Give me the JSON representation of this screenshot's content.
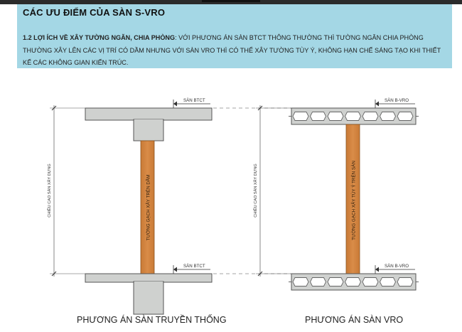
{
  "title": "CÁC ƯU ĐIỂM CỦA SÀN S-VRO",
  "paragraph": {
    "lead": "1.2 Lợi ích về xây tường ngăn, chia phòng",
    "body": ": Với phương án sàn BTCT thông thường thì tường ngăn chia phòng thường xây lên các vị trí có dầm nhưng với sàn VRO thì có thể xây tường tùy ý, không hạn chế sáng tạo khi thiết kế các không gian kiến trúc."
  },
  "diagram": {
    "left": {
      "level_top": "SÀN BTCT",
      "level_bottom": "SÀN BTCT",
      "height_label": "CHIỀU CAO SÀN XÂY DỰNG",
      "wall_label": "TƯỜNG GẠCH XÂY TRÊN DẦM",
      "caption": "PHƯƠNG ÁN SÀN TRUYỀN THỐNG"
    },
    "right": {
      "level_top": "SÀN B-VRO",
      "level_bottom": "SÀN B-VRO",
      "height_label": "CHIỀU CAO SÀN XÂY DỰNG",
      "wall_label": "TƯỜNG GẠCH XÂY TÙY Ý TRÊN SÀN",
      "caption": "PHƯƠNG ÁN SÀN VRO"
    }
  },
  "colors": {
    "header_bg": "#a4d7e5",
    "concrete": "#cfd1cf",
    "brick_wall": "#d1833e"
  }
}
